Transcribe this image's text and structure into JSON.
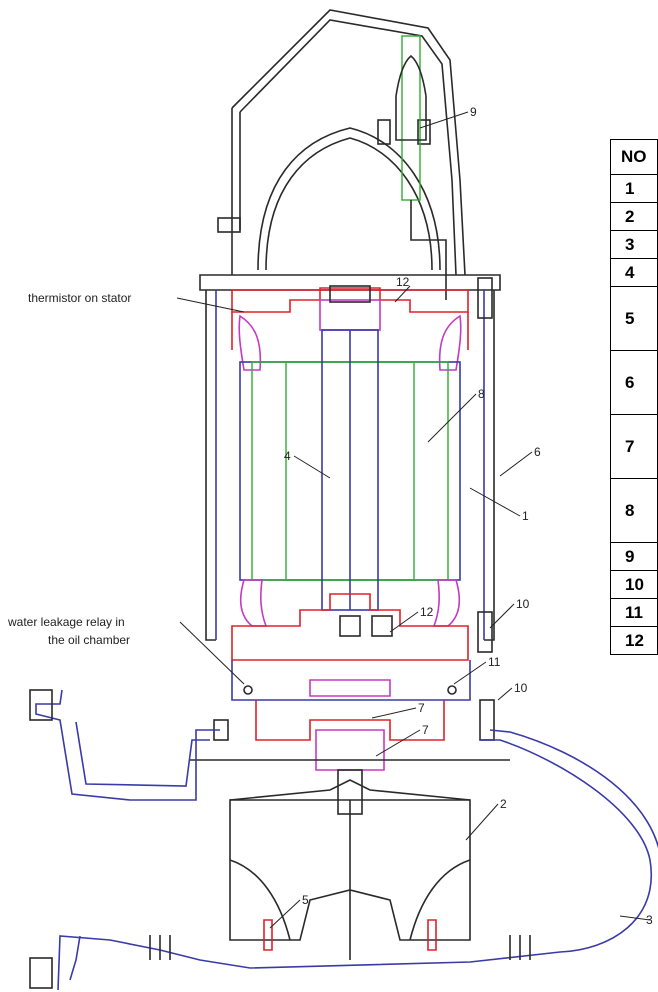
{
  "labels": {
    "thermistor": "thermistor on stator",
    "relay_line1": "water leakage relay in",
    "relay_line2": "the oil chamber",
    "n9": "9",
    "n12a": "12",
    "n8": "8",
    "n6": "6",
    "n4": "4",
    "n1": "1",
    "n10a": "10",
    "n12b": "12",
    "n11": "11",
    "n10b": "10",
    "n7a": "7",
    "n7b": "7",
    "n2": "2",
    "n3": "3",
    "n5": "5"
  },
  "table": {
    "header": "NO",
    "rows": [
      "1",
      "2",
      "3",
      "4",
      "5",
      "6",
      "7",
      "8",
      "9",
      "10",
      "11",
      "12"
    ]
  },
  "colors": {
    "outline": "#2a2a2a",
    "blue": "#3a3aa8",
    "red": "#e0202a",
    "magenta": "#c43ac4",
    "green": "#2fae2f"
  }
}
